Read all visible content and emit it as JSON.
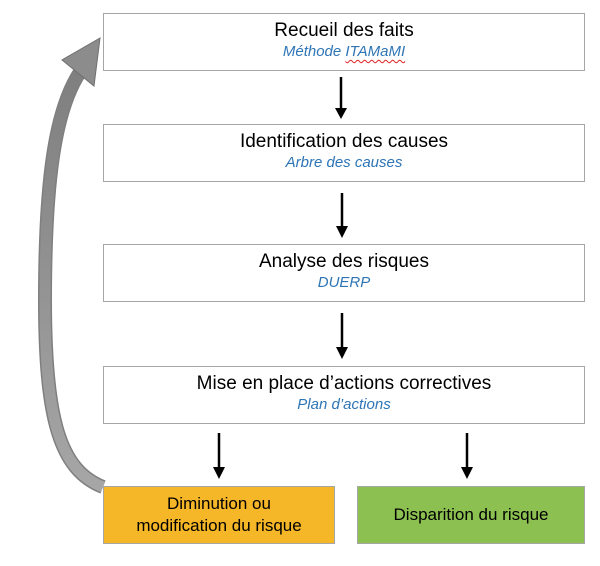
{
  "steps": [
    {
      "title": "Recueil des faits",
      "subtitle_prefix": "Méthode ",
      "subtitle_flagged": "ITAMaMI"
    },
    {
      "title": "Identification des causes",
      "subtitle": "Arbre des causes"
    },
    {
      "title": "Analyse des risques",
      "subtitle": "DUERP"
    },
    {
      "title": "Mise en place d’actions correctives",
      "subtitle": "Plan d’actions"
    }
  ],
  "outcomes": [
    {
      "label_line1": "Diminution ou",
      "label_line2": "modification du risque"
    },
    {
      "label": "Disparition du risque"
    }
  ],
  "colors": {
    "subtitle": "#2e75b6",
    "border": "#a6a6a6",
    "outcome_diminution": "#f5b628",
    "outcome_disparition": "#8cc152",
    "feedback_arrow": "#8c8c8c",
    "arrow": "#000000",
    "spellcheck_underline": "#e02020"
  },
  "connectors": {
    "flow_arrow": "arrow-down-icon",
    "feedback_loop": "curved-return-arrow-icon"
  }
}
